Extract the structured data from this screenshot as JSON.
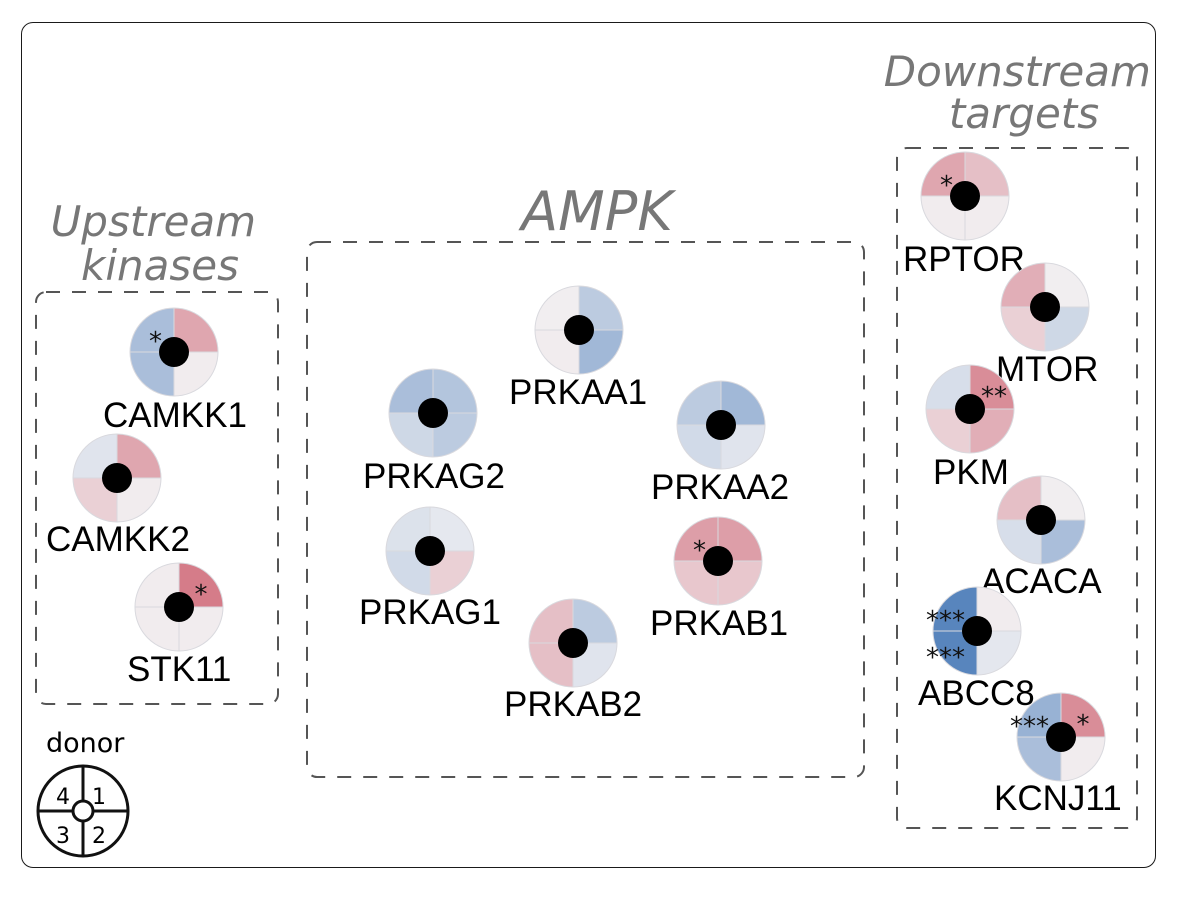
{
  "legend": {
    "title": "donor",
    "quadrants": [
      {
        "id": 1,
        "label": "1",
        "position": "top-right"
      },
      {
        "id": 2,
        "label": "2",
        "position": "bottom-right"
      },
      {
        "id": 3,
        "label": "3",
        "position": "bottom-left"
      },
      {
        "id": 4,
        "label": "4",
        "position": "top-left"
      }
    ]
  },
  "colors": {
    "up": "#c84a5c",
    "down": "#3d72b4",
    "neutral": "#f2f1f3",
    "center": "#000000",
    "group_title": "#777777",
    "box_border": "#555555"
  },
  "groups": [
    {
      "id": "upstream",
      "title_lines": [
        "Upstream",
        "kinases"
      ]
    },
    {
      "id": "ampk",
      "title_lines": [
        "AMPK"
      ]
    },
    {
      "id": "downstream",
      "title_lines": [
        "Downstream",
        "targets"
      ]
    }
  ],
  "genes": [
    {
      "name": "CAMKK1",
      "group": "upstream",
      "q": [
        0.45,
        0.03,
        -0.4,
        -0.4
      ],
      "stars": [
        "",
        "",
        "",
        "*"
      ]
    },
    {
      "name": "CAMKK2",
      "group": "upstream",
      "q": [
        0.45,
        0.03,
        0.2,
        -0.1
      ],
      "stars": [
        "",
        "",
        "",
        ""
      ]
    },
    {
      "name": "STK11",
      "group": "upstream",
      "q": [
        0.7,
        0.03,
        0.03,
        0.03
      ],
      "stars": [
        "*",
        "",
        "",
        ""
      ]
    },
    {
      "name": "PRKAA1",
      "group": "ampk",
      "q": [
        -0.3,
        -0.45,
        0.03,
        0.02
      ],
      "stars": [
        "",
        "",
        "",
        ""
      ]
    },
    {
      "name": "PRKAG2",
      "group": "ampk",
      "q": [
        -0.35,
        -0.3,
        -0.2,
        -0.4
      ],
      "stars": [
        "",
        "",
        "",
        ""
      ]
    },
    {
      "name": "PRKAA2",
      "group": "ampk",
      "q": [
        -0.45,
        -0.1,
        -0.18,
        -0.3
      ],
      "stars": [
        "",
        "",
        "",
        ""
      ]
    },
    {
      "name": "PRKAG1",
      "group": "ampk",
      "q": [
        -0.07,
        0.2,
        -0.18,
        -0.12
      ],
      "stars": [
        "",
        "",
        "",
        ""
      ]
    },
    {
      "name": "PRKAB1",
      "group": "ampk",
      "q": [
        0.5,
        0.25,
        0.25,
        0.5
      ],
      "stars": [
        "",
        "",
        "",
        "*"
      ]
    },
    {
      "name": "PRKAB2",
      "group": "ampk",
      "q": [
        -0.3,
        -0.1,
        0.3,
        0.3
      ],
      "stars": [
        "",
        "",
        "",
        ""
      ]
    },
    {
      "name": "RPTOR",
      "group": "downstream",
      "q": [
        0.3,
        0.03,
        0.03,
        0.45
      ],
      "stars": [
        "",
        "",
        "",
        "*"
      ]
    },
    {
      "name": "MTOR",
      "group": "downstream",
      "q": [
        0.02,
        -0.2,
        0.2,
        0.4
      ],
      "stars": [
        "",
        "",
        "",
        ""
      ]
    },
    {
      "name": "PKM",
      "group": "downstream",
      "q": [
        0.6,
        0.4,
        0.2,
        -0.15
      ],
      "stars": [
        "**",
        "",
        "",
        ""
      ]
    },
    {
      "name": "ACACA",
      "group": "downstream",
      "q": [
        0.02,
        -0.4,
        -0.15,
        0.3
      ],
      "stars": [
        "",
        "",
        "",
        ""
      ]
    },
    {
      "name": "ABCC8",
      "group": "downstream",
      "q": [
        0.03,
        -0.08,
        -0.85,
        -0.85
      ],
      "stars": [
        "",
        "",
        "***",
        "***"
      ]
    },
    {
      "name": "KCNJ11",
      "group": "downstream",
      "q": [
        0.6,
        0.03,
        -0.4,
        -0.5
      ],
      "stars": [
        "*",
        "",
        "",
        "***"
      ]
    }
  ]
}
